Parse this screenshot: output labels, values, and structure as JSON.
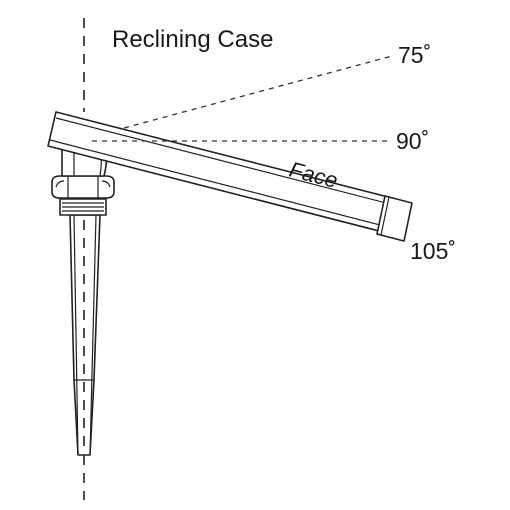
{
  "title": "Reclining Case",
  "face_label": "Face",
  "angles": [
    {
      "label": "75˚",
      "degrees": 75
    },
    {
      "label": "90˚",
      "degrees": 90
    },
    {
      "label": "105˚",
      "degrees": 105
    }
  ]
}
